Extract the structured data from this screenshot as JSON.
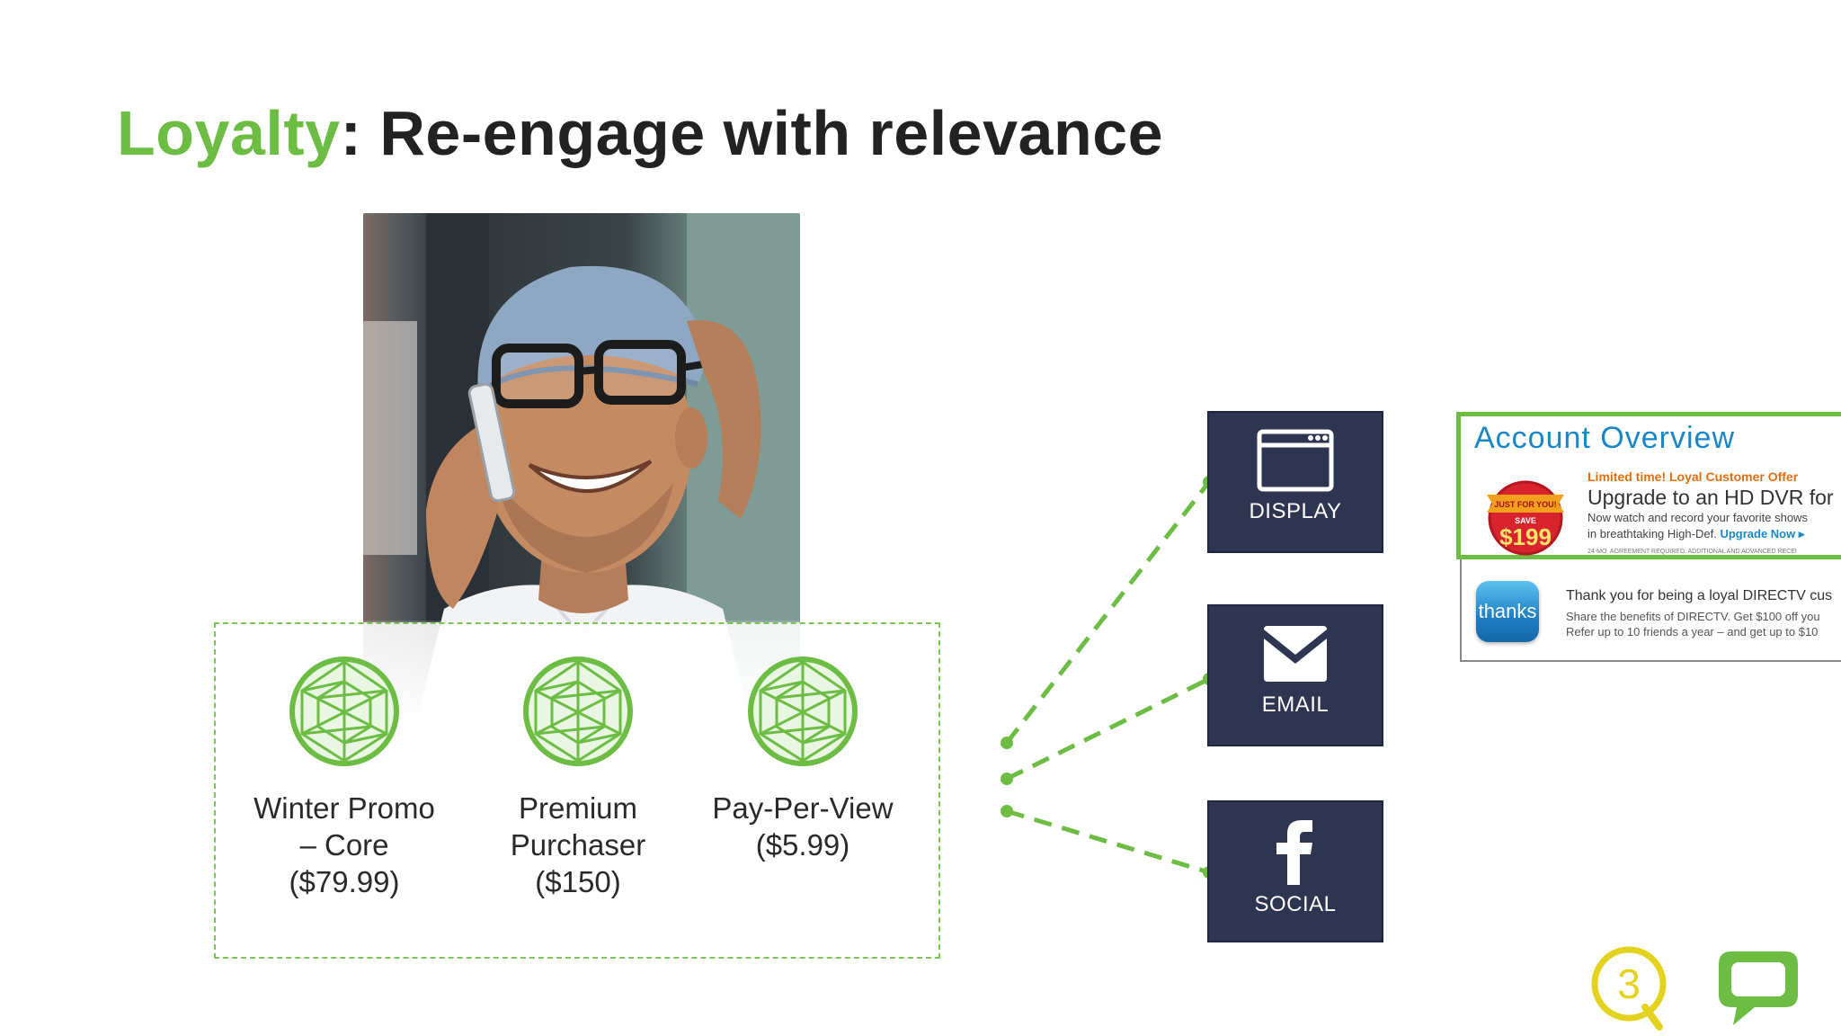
{
  "slide": {
    "title_accent": "Loyalty",
    "title_rest": ": Re-engage with relevance"
  },
  "colors": {
    "accent_green": "#6dbd45",
    "tile_navy": "#2d3550",
    "link_blue": "#1b86c6",
    "logo_yellow": "#e3d31e"
  },
  "segments": [
    {
      "label": "Winter Promo\n– Core\n($79.99)",
      "icon": "sphere-network-icon"
    },
    {
      "label": "Premium\nPurchaser\n($150)",
      "icon": "sphere-network-icon"
    },
    {
      "label": "Pay-Per-View\n($5.99)",
      "icon": "sphere-network-icon"
    }
  ],
  "channels": [
    {
      "label": "DISPLAY",
      "icon": "browser-window-icon"
    },
    {
      "label": "EMAIL",
      "icon": "envelope-icon"
    },
    {
      "label": "SOCIAL",
      "icon": "facebook-icon"
    }
  ],
  "account_overview": {
    "title": "Account Overview",
    "badge_top": "JUST FOR YOU!",
    "badge_save": "SAVE",
    "badge_price": "$199",
    "offer_kicker": "Limited time! Loyal Customer Offer",
    "offer_headline": "Upgrade to an HD DVR for",
    "offer_body_1": "Now watch and record your favorite shows",
    "offer_body_2": "in breathtaking High-Def.",
    "offer_link": "Upgrade Now ▸",
    "fine_print": "24-MO. AGREEMENT REQUIRED. ADDITIONAL AND ADVANCED RECEI",
    "thanks_button": "thanks",
    "thanks_headline": "Thank you for being a loyal DIRECTV cus",
    "thanks_body_1": "Share the benefits of DIRECTV. Get $100 off you",
    "thanks_body_2": "Refer up to 10 friends a year – and get up to $10"
  },
  "logos": [
    {
      "name": "q3-logo-icon",
      "text": "3"
    },
    {
      "name": "chat-bubble-logo-icon"
    }
  ]
}
